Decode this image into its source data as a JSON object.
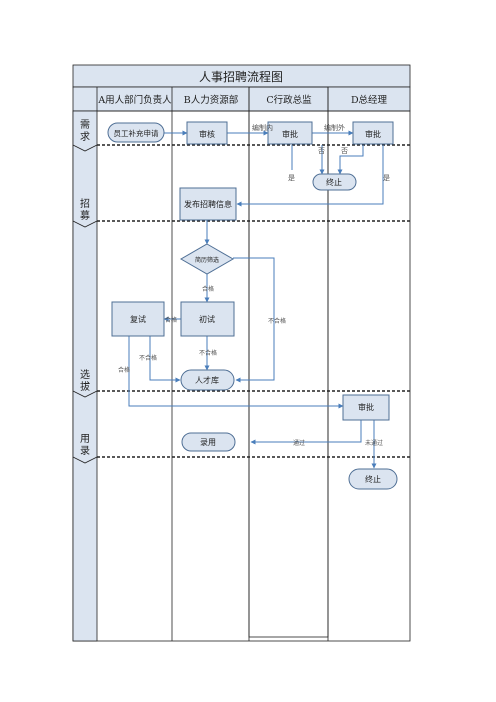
{
  "title": "人事招聘流程图",
  "columns": {
    "a": "A用人部门负责人",
    "b": "B人力资源部",
    "c": "C行政总监",
    "d": "D总经理"
  },
  "stages": {
    "demand": "需求",
    "recruit": "招募",
    "select": "选拔",
    "hire": "用录"
  },
  "nodes": {
    "request": "员工补充申请",
    "review": "审核",
    "c_approve": "审批",
    "d_approve": "审批",
    "stop1": "终止",
    "publish": "发布招聘信息",
    "screen": "简历筛选",
    "retest": "复试",
    "first_test": "初试",
    "talent_pool": "人才库",
    "d_approve2": "审批",
    "hire": "录用",
    "stop2": "终止"
  },
  "edge_labels": {
    "in_plan": "编制内",
    "out_plan": "编制外",
    "no1": "否",
    "no2": "否",
    "yes1": "是",
    "yes2": "是",
    "pass_screen": "合格",
    "pass_first": "合格",
    "pass_retest": "合格",
    "fail_screen": "不合格",
    "fail_first": "不合格",
    "fail_retest": "不合格",
    "passed": "通过",
    "not_passed": "未通过"
  },
  "colors": {
    "header_bg": "#dbe4f0",
    "node_fill": "#dbe4f0",
    "node_stroke": "#4f6f95",
    "arrow": "#4a7ebb",
    "border": "#222222"
  }
}
